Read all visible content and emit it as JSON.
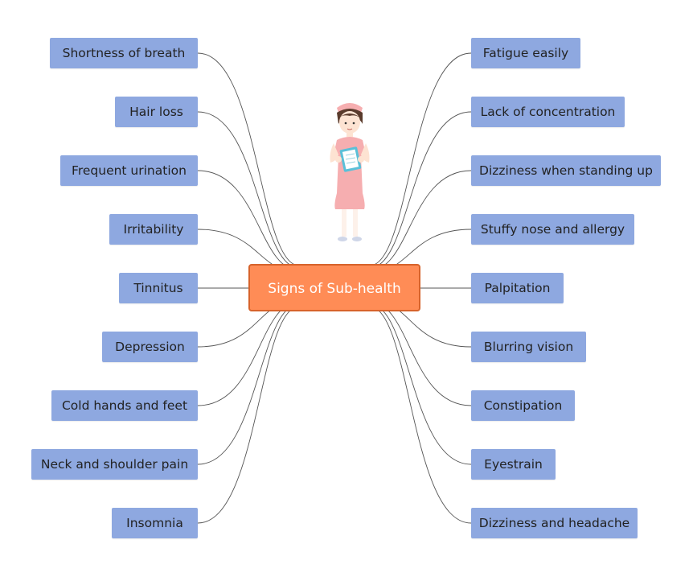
{
  "diagram": {
    "center_label": "Signs of Sub-health",
    "left_nodes": [
      "Shortness of breath",
      "Hair loss",
      "Frequent urination",
      "Irritability",
      "Tinnitus",
      "Depression",
      "Cold hands and feet",
      "Neck and shoulder pain",
      "Insomnia"
    ],
    "right_nodes": [
      "Fatigue easily",
      "Lack of concentration",
      "Dizziness when standing up",
      "Stuffy nose and allergy",
      "Palpitation",
      "Blurring vision",
      "Constipation",
      "Eyestrain",
      "Dizziness and headache"
    ],
    "illustration": "nurse-illustration",
    "colors": {
      "node_fill": "#8ea8e0",
      "center_fill": "#ff8c56",
      "center_border": "#d7632b",
      "connector": "#555555"
    }
  }
}
